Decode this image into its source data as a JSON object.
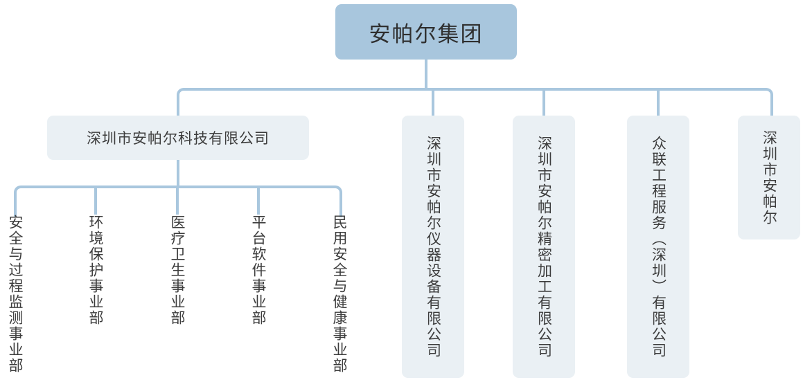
{
  "chart": {
    "type": "org-chart",
    "orientation": "top-down",
    "colors": {
      "root_fill": "#a8c6dd",
      "node_fill": "#eaf0f4",
      "connector": "#a9c7de",
      "text": "#3c3c3c",
      "background": "#ffffff"
    }
  },
  "root": {
    "label": "安帕尔集团"
  },
  "subsidiaries": [
    {
      "label": "深圳市安帕尔科技有限公司",
      "orientation": "horizontal",
      "boxed": true
    },
    {
      "label": "深圳市安帕尔仪器设备有限公司",
      "orientation": "vertical",
      "boxed": true
    },
    {
      "label": "深圳市安帕尔精密加工有限公司",
      "orientation": "vertical",
      "boxed": true
    },
    {
      "label": "众联工程服务（深圳）有限公司",
      "orientation": "vertical",
      "boxed": true
    },
    {
      "label": "深圳市安帕尔",
      "orientation": "vertical",
      "boxed": true
    }
  ],
  "divisions": [
    {
      "label": "安全与过程监测事业部",
      "orientation": "vertical",
      "boxed": false
    },
    {
      "label": "环境保护事业部",
      "orientation": "vertical",
      "boxed": false
    },
    {
      "label": "医疗卫生事业部",
      "orientation": "vertical",
      "boxed": false
    },
    {
      "label": "平台软件事业部",
      "orientation": "vertical",
      "boxed": false
    },
    {
      "label": "民用安全与健康事业部",
      "orientation": "vertical",
      "boxed": false
    }
  ]
}
